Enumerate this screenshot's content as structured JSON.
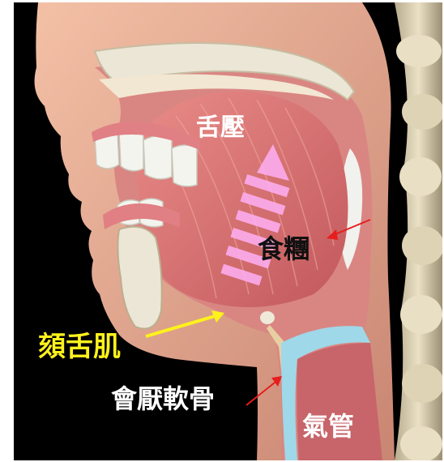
{
  "labels": {
    "tongue_pressure": "舌壓",
    "pharynx": "食糰",
    "genioglossus": "頦舌肌",
    "epiglottis": "會厭軟骨",
    "trachea": "氣管"
  },
  "colors": {
    "background": "#000000",
    "skin": "#e4a48c",
    "tissue": "#d67b76",
    "tongue": "#d6686a",
    "bone": "#ece6d6",
    "teeth": "#f4f4ee",
    "stripe": "#ffb0f5",
    "arrow_yellow": "#fff21c",
    "arrow_red": "#e61e1e",
    "label_yellow": "#fff21c",
    "label_black": "#111111",
    "label_white": "#ffffff"
  }
}
